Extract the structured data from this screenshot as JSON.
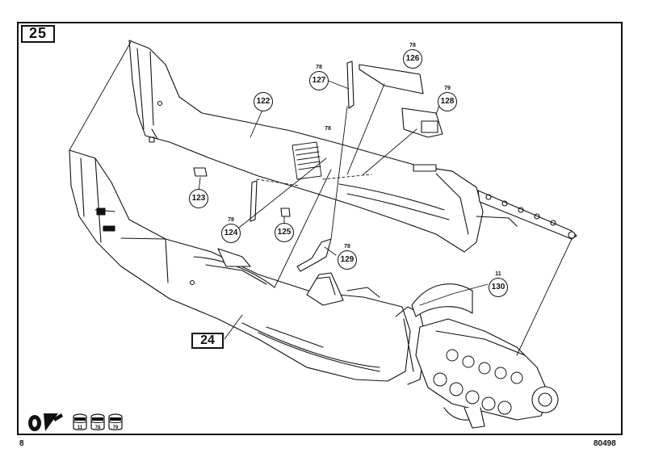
{
  "step_number": "25",
  "sub_assembly_label": "24",
  "page_number": "8",
  "catalog_number": "80498",
  "callouts": [
    {
      "part": "122",
      "paint": ""
    },
    {
      "part": "123",
      "paint": ""
    },
    {
      "part": "124",
      "paint": "78"
    },
    {
      "part": "125",
      "paint": ""
    },
    {
      "part": "126",
      "paint": "78"
    },
    {
      "part": "127",
      "paint": "78"
    },
    {
      "part": "128",
      "paint": "79"
    },
    {
      "part": "129",
      "paint": "78"
    },
    {
      "part": "130",
      "paint": "11"
    }
  ],
  "paint_ref_78": "78",
  "paint_codes": [
    "11",
    "78",
    "79"
  ],
  "icons": [
    "paint-and-glue-icon",
    "paint-pot-icon"
  ]
}
